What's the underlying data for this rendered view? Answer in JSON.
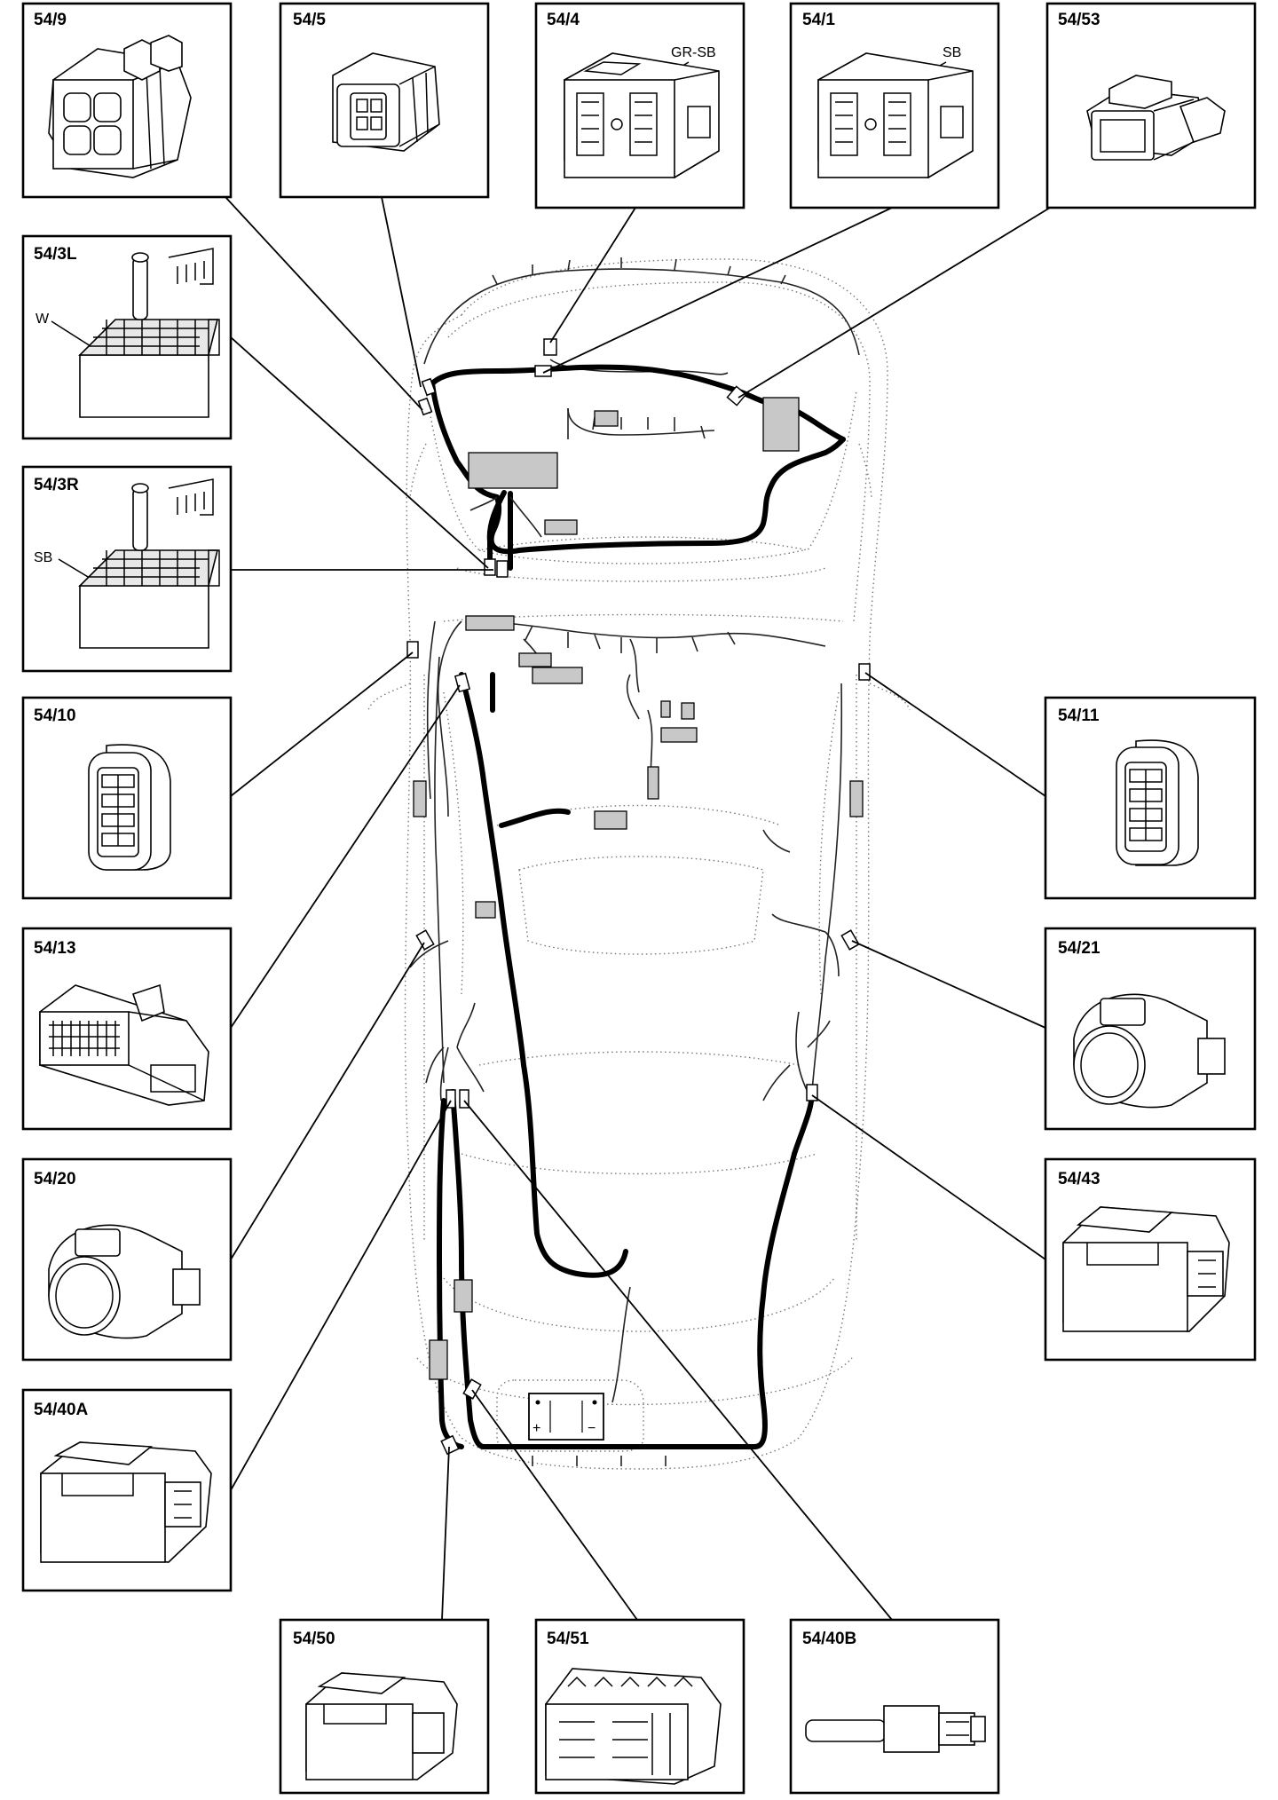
{
  "connectors": {
    "c54_9": {
      "label": "54/9"
    },
    "c54_5": {
      "label": "54/5"
    },
    "c54_4": {
      "label": "54/4",
      "note": "GR-SB"
    },
    "c54_1": {
      "label": "54/1",
      "note": "SB"
    },
    "c54_53": {
      "label": "54/53"
    },
    "c54_3L": {
      "label": "54/3L",
      "note": "W"
    },
    "c54_3R": {
      "label": "54/3R",
      "note": "SB"
    },
    "c54_10": {
      "label": "54/10"
    },
    "c54_11": {
      "label": "54/11"
    },
    "c54_13": {
      "label": "54/13"
    },
    "c54_21": {
      "label": "54/21"
    },
    "c54_20": {
      "label": "54/20"
    },
    "c54_43": {
      "label": "54/43"
    },
    "c54_40A": {
      "label": "54/40A"
    },
    "c54_50": {
      "label": "54/50"
    },
    "c54_51": {
      "label": "54/51"
    },
    "c54_40B": {
      "label": "54/40B"
    }
  },
  "battery": {
    "plus": "+",
    "minus": "−"
  }
}
